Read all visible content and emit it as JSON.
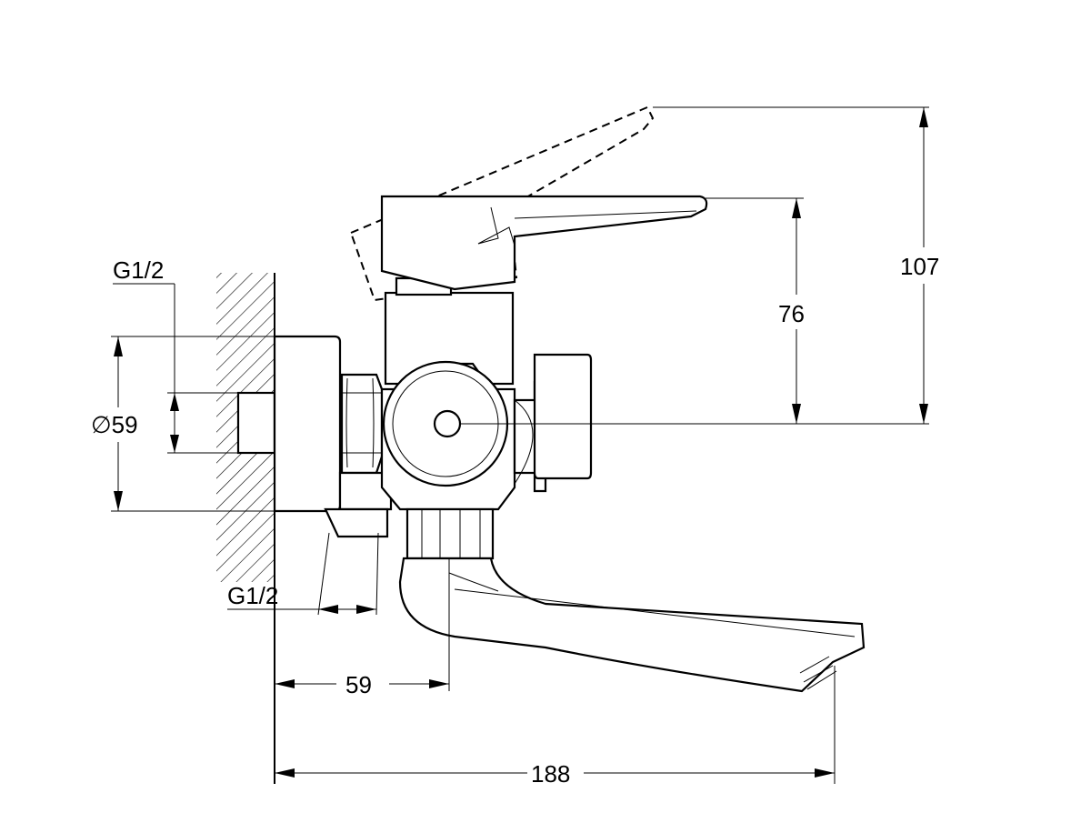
{
  "drawing": {
    "labels": {
      "thread_top": "G1/2",
      "thread_bottom": "G1/2",
      "diameter": "∅59",
      "height_lever": "76",
      "height_total": "107",
      "wall_to_outlet": "59",
      "overall_length": "188"
    },
    "colors": {
      "line": "#000000",
      "background": "#ffffff"
    }
  }
}
